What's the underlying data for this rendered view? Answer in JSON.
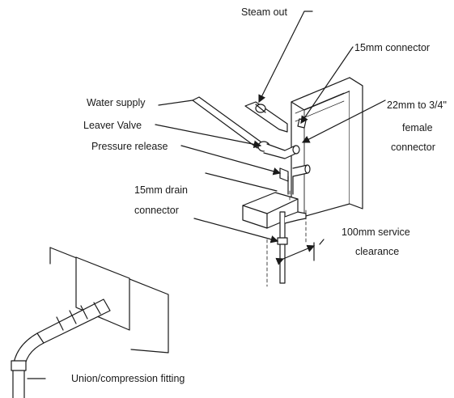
{
  "labels": {
    "steam_out": "Steam out",
    "connector_15mm": "15mm connector",
    "water_supply": "Water  supply",
    "leaver_valve": "Leaver Valve",
    "female_line1": "22mm to 3/4\"",
    "female_line2": "female",
    "female_line3": "connector",
    "pressure_release": "Pressure release",
    "drain_line1": "15mm drain",
    "drain_line2": "connector",
    "clearance_line1": "100mm service",
    "clearance_line2": "clearance",
    "union_fitting": "Union/compression fitting"
  }
}
